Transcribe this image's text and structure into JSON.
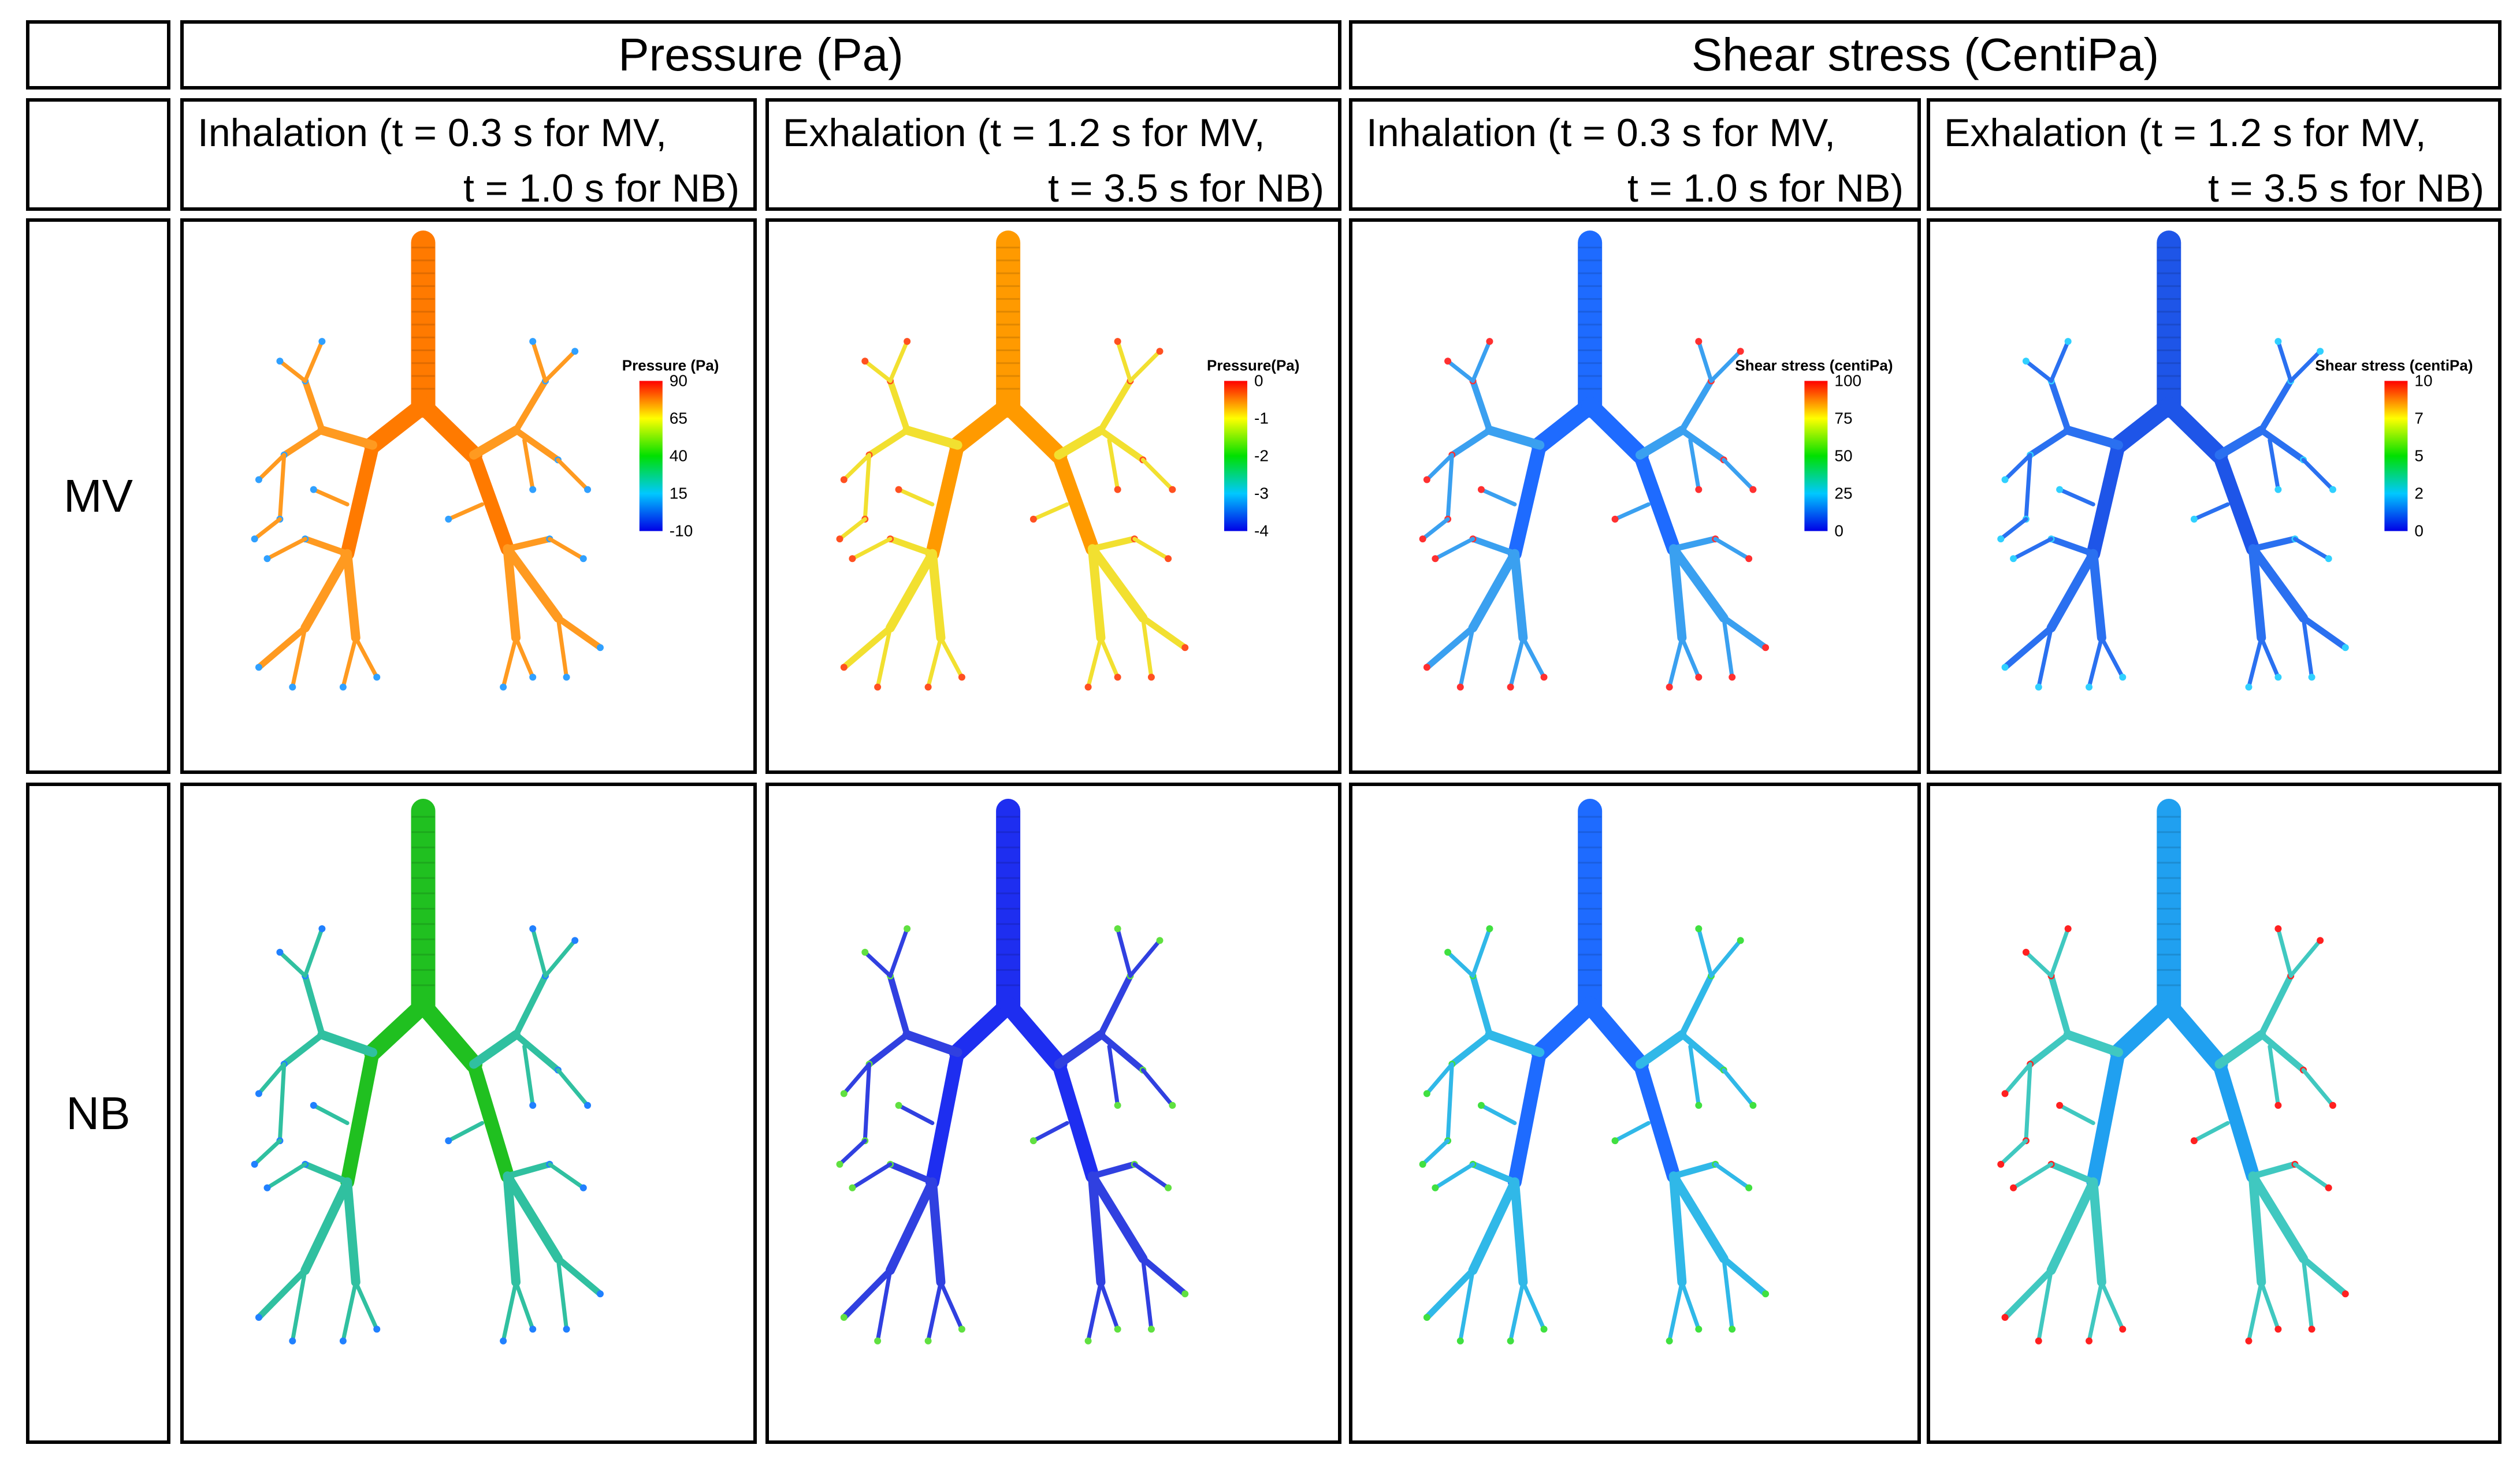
{
  "columns": {
    "pressure": "Pressure (Pa)",
    "shear": "Shear stress (CentiPa)"
  },
  "phases": [
    {
      "line1": "Inhalation (t = 0.3 s for MV,",
      "line2": "t = 1.0 s for NB)"
    },
    {
      "line1": "Exhalation (t = 1.2 s for MV,",
      "line2": "t = 3.5 s for NB)"
    },
    {
      "line1": "Inhalation (t = 0.3 s for MV,",
      "line2": "t = 1.0 s for NB)"
    },
    {
      "line1": "Exhalation (t = 1.2 s for MV,",
      "line2": "t = 3.5 s for NB)"
    }
  ],
  "rows": [
    "MV",
    "NB"
  ],
  "legends": [
    {
      "title": "Pressure (Pa)",
      "ticks": [
        "90",
        "65",
        "40",
        "15",
        "-10"
      ]
    },
    {
      "title": "Pressure(Pa)",
      "ticks": [
        "0",
        "-1",
        "-2",
        "-3",
        "-4"
      ]
    },
    {
      "title": "Shear stress (centiPa)",
      "ticks": [
        "100",
        "75",
        "50",
        "25",
        "0"
      ]
    },
    {
      "title": "Shear stress (centiPa)",
      "ticks": [
        "10",
        "7",
        "5",
        "2",
        "0"
      ]
    }
  ],
  "colormap": [
    "#0000e6",
    "#00c8ff",
    "#00e000",
    "#ffff00",
    "#ff0000"
  ],
  "cells": [
    {
      "row": "MV",
      "trunk": "#ff7a00",
      "branch": "#ff9a20",
      "tip": "#30a0ff"
    },
    {
      "row": "MV",
      "trunk": "#ff9a00",
      "branch": "#f2e030",
      "tip": "#ff5020"
    },
    {
      "row": "MV",
      "trunk": "#1e6bff",
      "branch": "#3aa0f0",
      "tip": "#ff3030"
    },
    {
      "row": "MV",
      "trunk": "#1e55e8",
      "branch": "#2a70f0",
      "tip": "#30d0ff"
    },
    {
      "row": "NB",
      "trunk": "#20c020",
      "branch": "#30c0a0",
      "tip": "#2080ff"
    },
    {
      "row": "NB",
      "trunk": "#1e2ef0",
      "branch": "#3040e0",
      "tip": "#60e040"
    },
    {
      "row": "NB",
      "trunk": "#1e6bff",
      "branch": "#30b8e8",
      "tip": "#40e040"
    },
    {
      "row": "NB",
      "trunk": "#20a0f0",
      "branch": "#40c8c0",
      "tip": "#ff2020"
    }
  ]
}
